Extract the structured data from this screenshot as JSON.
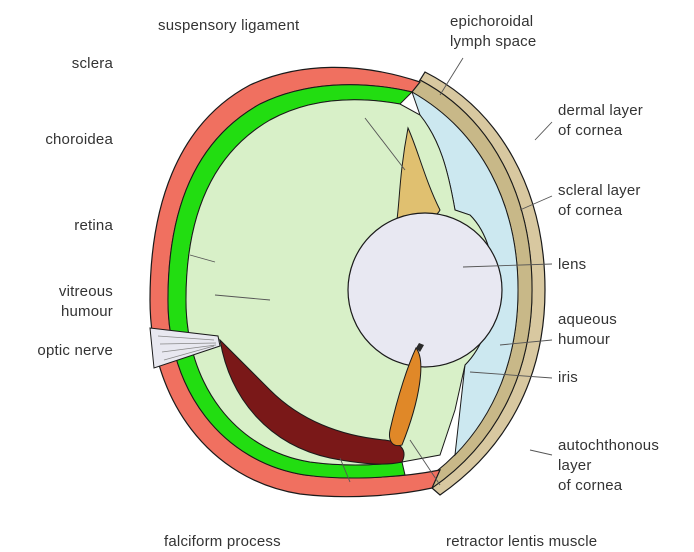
{
  "colors": {
    "sclera": "#f07060",
    "choroid": "#22dd11",
    "retina_dark": "#7a1818",
    "vitreous": "#d8f0c8",
    "lens": "#e8e8f2",
    "aqueous": "#cce8f0",
    "cornea": "#d8c8a0",
    "outline": "#1a1a1a",
    "ligament": "#e0c070",
    "muscle": "#e08828",
    "leader": "#555555"
  },
  "labels": {
    "suspensory_ligament": "suspensory ligament",
    "epichoroidal_1": "epichoroidal",
    "epichoroidal_2": "lymph space",
    "sclera": "sclera",
    "choroidea": "choroidea",
    "retina": "retina",
    "vitreous_1": "vitreous",
    "vitreous_2": "humour",
    "optic_nerve": "optic nerve",
    "dermal_1": "dermal layer",
    "dermal_2": "of cornea",
    "scleral_1": "scleral layer",
    "scleral_2": "of cornea",
    "lens": "lens",
    "aqueous_1": "aqueous",
    "aqueous_2": "humour",
    "iris": "iris",
    "auto_1": "autochthonous",
    "auto_2": "layer",
    "auto_3": "of cornea",
    "falciform": "falciform process",
    "retractor": "retractor lentis muscle"
  }
}
